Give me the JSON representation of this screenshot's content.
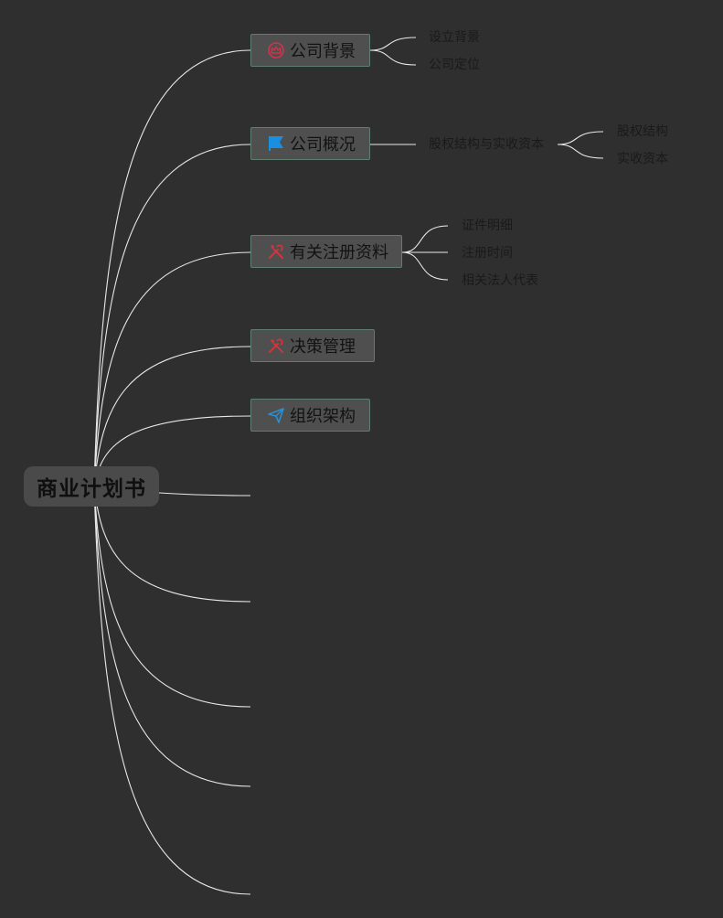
{
  "root": {
    "label": "商业计划书"
  },
  "topics": [
    {
      "label": "公司背景",
      "icon": "crown-icon",
      "icon_color": "#d0344c",
      "children": [
        {
          "label": "设立背景"
        },
        {
          "label": "公司定位"
        }
      ]
    },
    {
      "label": "公司概况",
      "icon": "flag-icon",
      "icon_color": "#1a8fe0",
      "children": [
        {
          "label": "股权结构与实收资本",
          "children": [
            {
              "label": "股权结构"
            },
            {
              "label": "实收资本"
            }
          ]
        }
      ]
    },
    {
      "label": "有关注册资料",
      "icon": "tools-icon",
      "icon_color": "#d0343c",
      "children": [
        {
          "label": "证件明细"
        },
        {
          "label": "注册时间"
        },
        {
          "label": "相关法人代表"
        }
      ]
    },
    {
      "label": "决策管理",
      "icon": "tools-icon",
      "icon_color": "#d0343c",
      "children": []
    },
    {
      "label": "组织架构",
      "icon": "paper-plane-icon",
      "icon_color": "#2a8fd0",
      "children": []
    }
  ],
  "empty_branch_count": 5
}
